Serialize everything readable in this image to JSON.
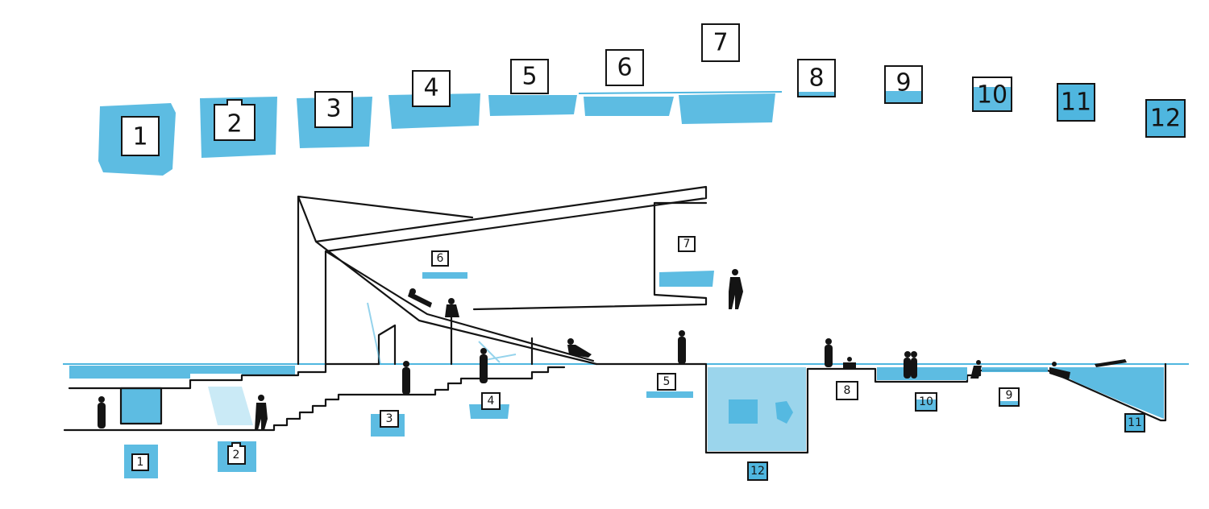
{
  "legend": {
    "labels": [
      "1",
      "2",
      "3",
      "4",
      "5",
      "6",
      "7",
      "8",
      "9",
      "10",
      "11",
      "12"
    ]
  },
  "section": {
    "labels": [
      "1",
      "2",
      "3",
      "4",
      "5",
      "6",
      "7",
      "8",
      "9",
      "10",
      "11",
      "12"
    ]
  },
  "colors": {
    "water": "#4fb6df",
    "ink": "#141414",
    "background": "#ffffff"
  }
}
